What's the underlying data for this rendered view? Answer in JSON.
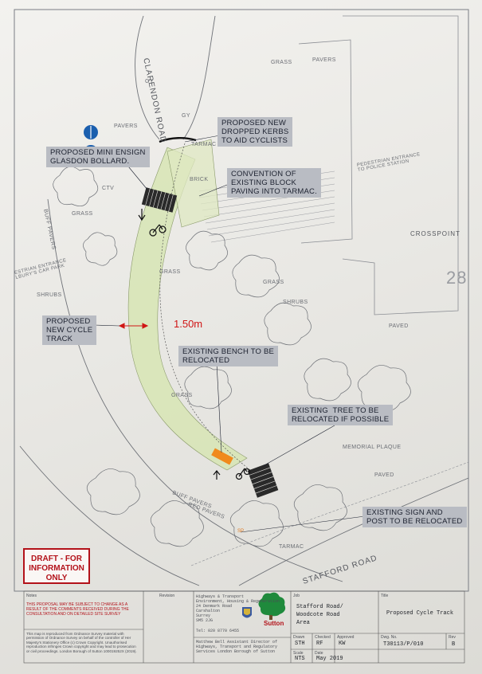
{
  "callouts": {
    "dropped_kerbs": "PROPOSED NEW\nDROPPED KERBS\nTO AID CYCLISTS",
    "mini_ensign": "PROPOSED MINI ENSIGN\nGLASDON BOLLARD.",
    "conversion": "CONVENTION OF\nEXISTING BLOCK\nPAVING INTO TARMAC.",
    "new_track": "PROPOSED\nNEW CYCLE\nTRACK",
    "bench": "EXISTING BENCH TO BE\nRELOCATED",
    "tree": "EXISTING  TREE TO BE\nRELOCATED IF POSSIBLE",
    "sign": "EXISTING SIGN AND\nPOST TO BE RELOCATED"
  },
  "dimension": "1.50m",
  "roads": {
    "clarendon": "CLARENDON ROAD",
    "stafford": "STAFFORD ROAD",
    "crosspoint": "CROSSPOINT",
    "police": "PEDESTRIAN ENTRANCE\nTO POLICE STATION",
    "carpark": "ESTRIAN ENTRANCE\nLBURY'S CAR PARK",
    "number": "28"
  },
  "labels": [
    "GRASS",
    "GRASS",
    "GRASS",
    "GRASS",
    "GRASS",
    "PAVERS",
    "PAVERS",
    "PAVED",
    "PAVED",
    "TARMAC",
    "TARMAC",
    "SHRUBS",
    "SHRUBS",
    "MEMORIAL PLAQUE",
    "BUFF PAVERS",
    "BUFF PAVERS",
    "RED PAVERS",
    "GY",
    "GY",
    "CTV",
    "BRICK"
  ],
  "draft": [
    "DRAFT - FOR",
    "INFORMATION",
    "ONLY"
  ],
  "title_block": {
    "notes_heading": "Notes",
    "notes_red": "THIS PROPOSAL MAY BE SUBJECT TO CHANGE AS A RESULT OF THE COMMENTS RECEIVED DURING THE CONSULTATION AND ON DETAILED SITE SURVEY",
    "copyright": "This map is reproduced from Ordnance Survey material with permission of Ordnance Survey on behalf of the controller of Her Majesty's Stationery Office (c) Crown Copyright. Unauthorised reproduction infringes Crown copyright and may lead to prosecution or civil proceedings. London Borough of Sutton 100019252X (2019).",
    "rev_heading": "Revision",
    "dept": "Highways & Transport\nEnvironment, Housing & Regeneration\n24 Denmark Road\nCarshalton\nSurrey\nSM5 2JG",
    "tel": "Tel: 020 8770 6455",
    "director": "Matthew Bell\nAssistant Director of Highways, Transport and Regulatory Services\nLondon Borough of Sutton",
    "logo_text": "Sutton",
    "job": "Stafford Road/\nWoodcote Road\nArea",
    "drawing_title": "Proposed Cycle Track",
    "drawn": "STH",
    "checked": "RF",
    "approved": "KW",
    "scale": "NTS",
    "date": "May 2019",
    "drawing_no": "T30113/P/010",
    "rev": "B",
    "drawn_label": "Drawn",
    "checked_label": "Checked",
    "approved_label": "Approved",
    "scale_label": "Scale",
    "date_label": "Date",
    "dwg_label": "Dwg. No.",
    "rev_label": "Rev",
    "job_label": "Job",
    "title_label": "Title"
  }
}
